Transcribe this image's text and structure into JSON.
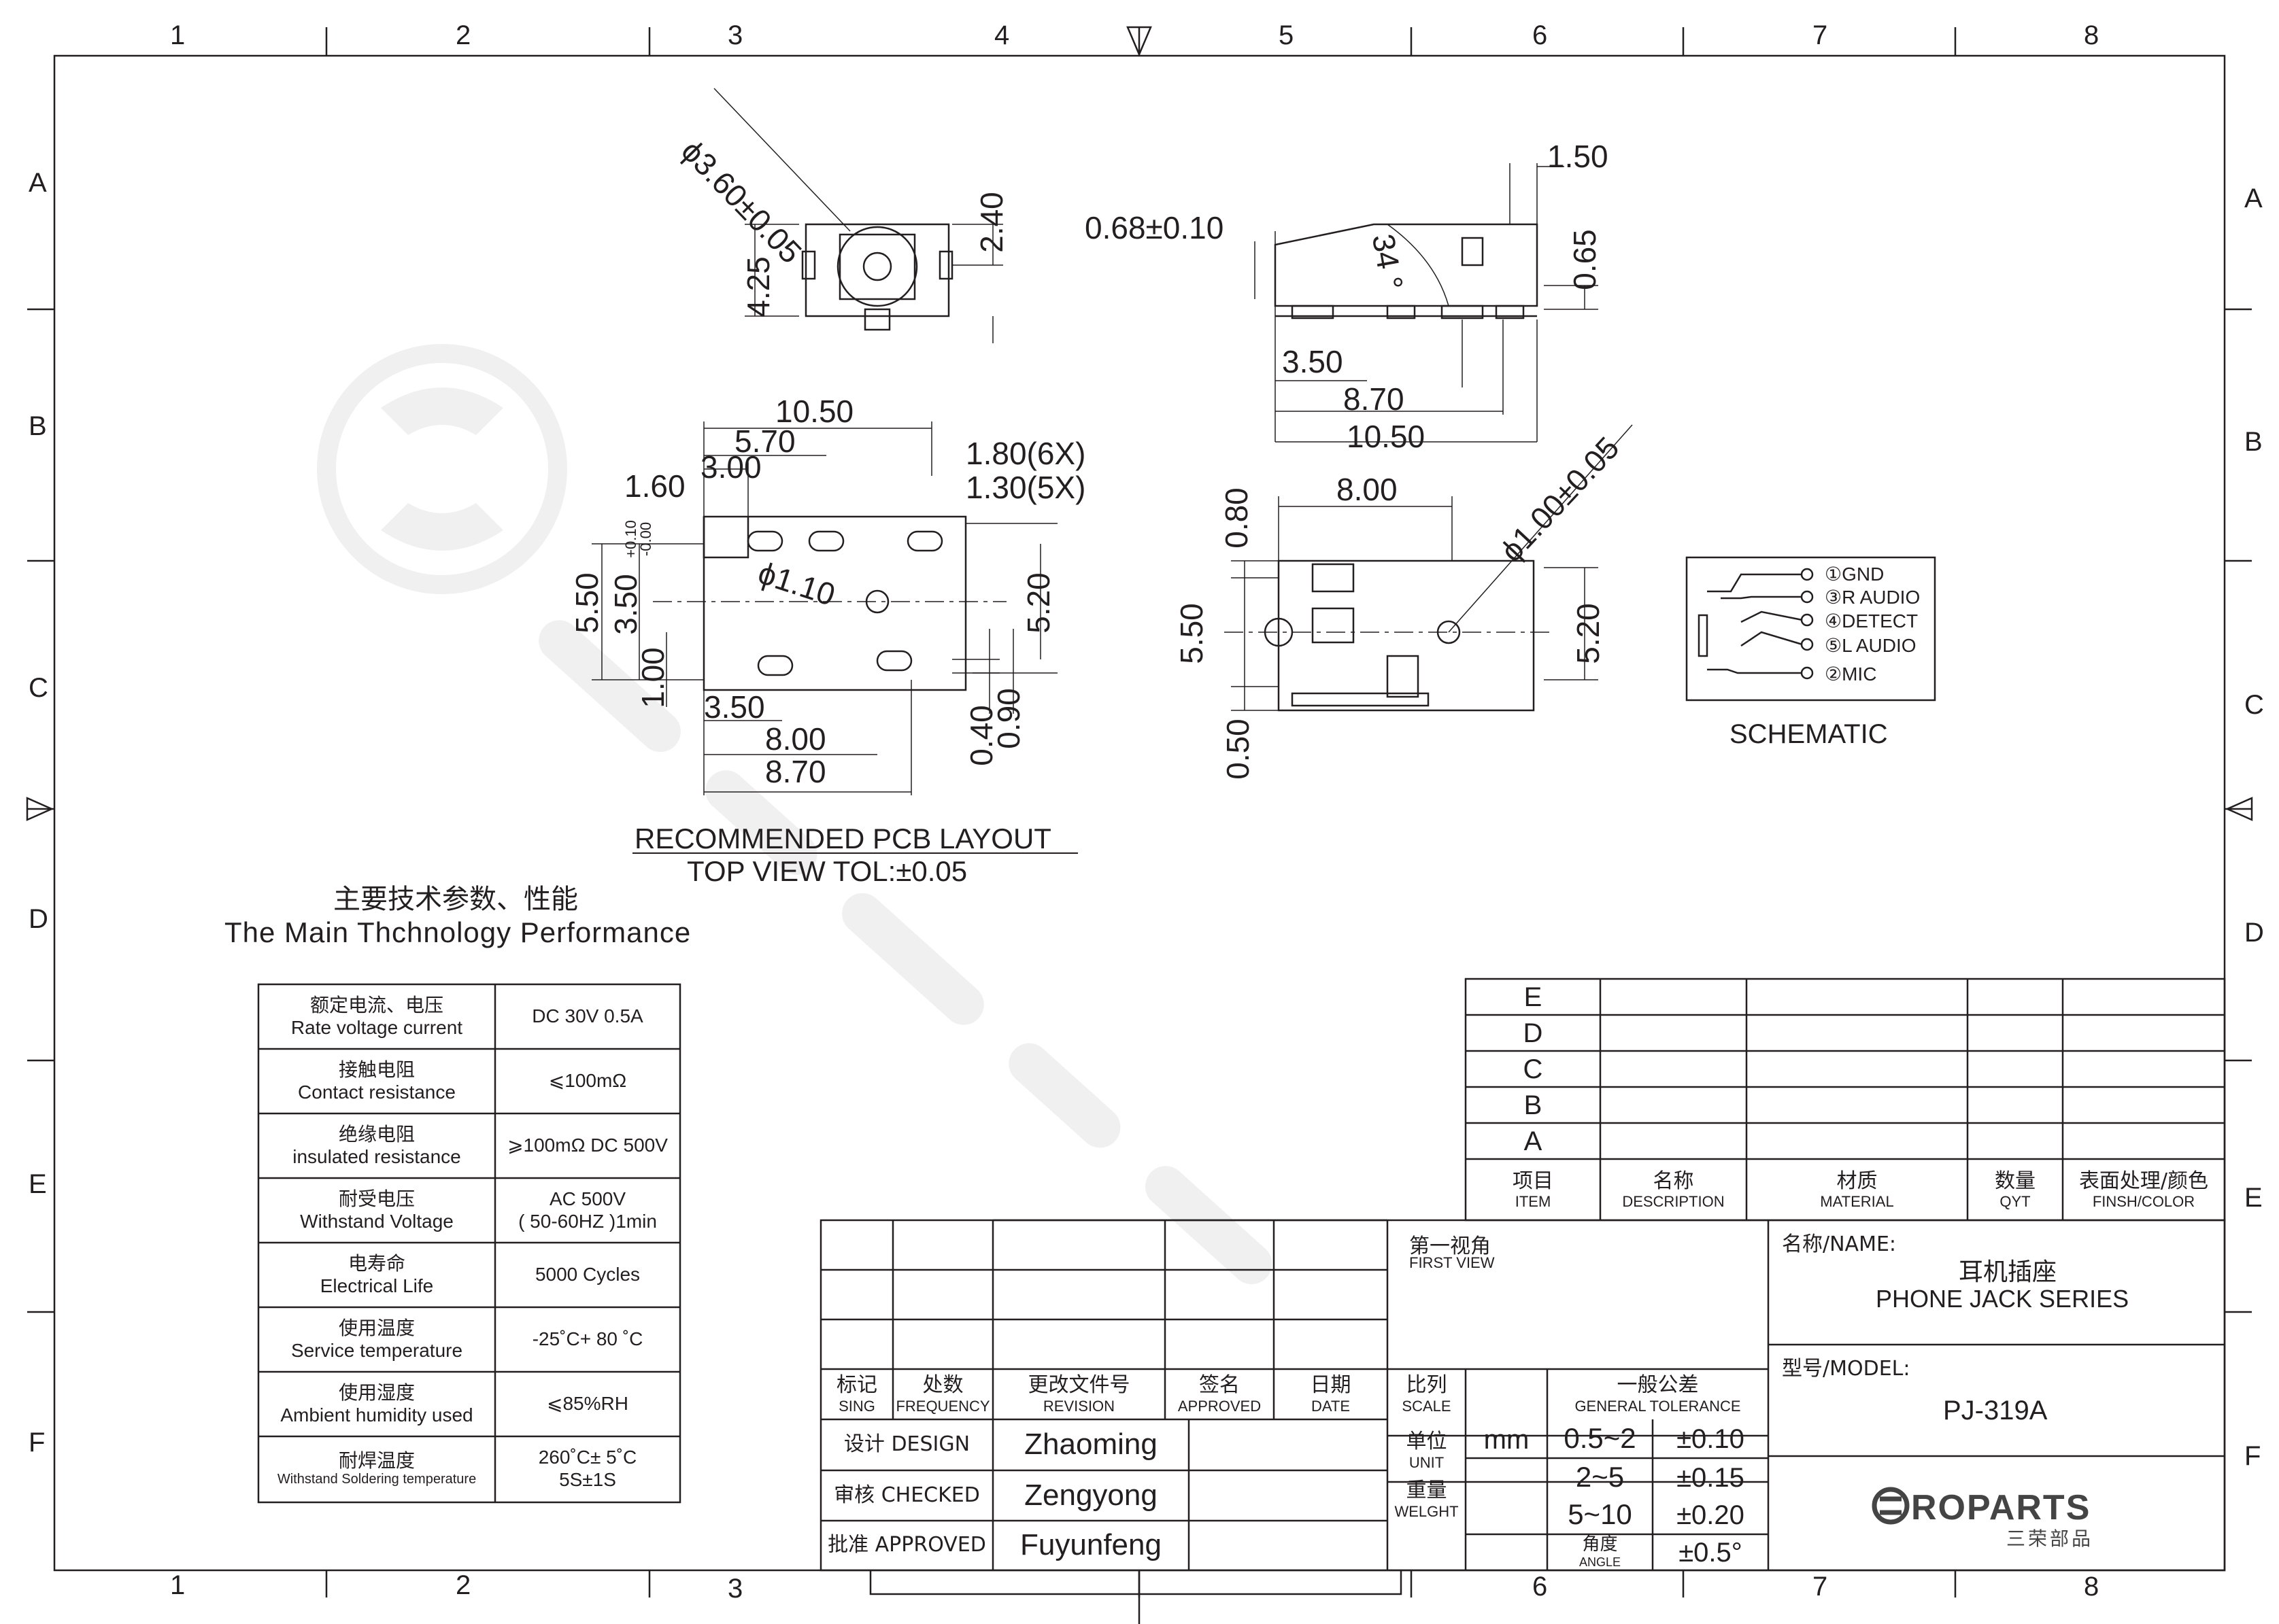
{
  "frame": {
    "columns": [
      "1",
      "2",
      "3",
      "4",
      "5",
      "6",
      "7",
      "8"
    ],
    "rows": [
      "A",
      "B",
      "C",
      "D",
      "E",
      "F"
    ]
  },
  "views": {
    "front": {
      "dims": [
        "ϕ3.60±0.05",
        "4.25",
        "2.40"
      ]
    },
    "side": {
      "dims": [
        "0.68±0.10",
        "1.50",
        "0.65",
        "3.50",
        "8.70",
        "10.50"
      ],
      "angle": "34 °"
    },
    "pcb": {
      "dims": [
        "10.50",
        "5.70",
        "3.00",
        "1.60",
        "1.80(6X)",
        "1.30(5X)",
        "ϕ1.10",
        "5.50",
        "5.20",
        "1.00",
        "3.50",
        "8.00",
        "8.70",
        "0.40",
        "0.90"
      ],
      "dim_tol": "3.50",
      "tol_plus": "+0.10",
      "tol_minus": "-0.00",
      "caption_1": "RECOMMENDED PCB LAYOUT",
      "caption_2": "TOP VIEW TOL:±0.05"
    },
    "top": {
      "dims": [
        "8.00",
        "0.80",
        "5.50",
        "0.50",
        "5.20",
        "ϕ1.00±0.05"
      ]
    }
  },
  "schematic": {
    "pins": [
      {
        "num": "①",
        "label": "GND"
      },
      {
        "num": "③",
        "label": "R AUDIO"
      },
      {
        "num": "④",
        "label": "DETECT"
      },
      {
        "num": "⑤",
        "label": "L AUDIO"
      },
      {
        "num": "②",
        "label": "MIC"
      }
    ],
    "caption": "SCHEMATIC"
  },
  "performance": {
    "title_zh": "主要技术参数、性能",
    "title_en": "The Main Thchnology Performance",
    "rows": [
      {
        "zh": "额定电流、电压",
        "en": "Rate voltage current",
        "value": "DC 30V   0.5A"
      },
      {
        "zh": "接触电阻",
        "en": "Contact resistance",
        "value": "⩽100mΩ"
      },
      {
        "zh": "绝缘电阻",
        "en": "insulated resistance",
        "value": "⩾100mΩ  DC 500V"
      },
      {
        "zh": "耐受电压",
        "en": "Withstand Voltage",
        "value": "AC 500V\n( 50-60HZ )1min"
      },
      {
        "zh": "电寿命",
        "en": "Electrical Life",
        "value": "5000 Cycles"
      },
      {
        "zh": "使用温度",
        "en": "Service temperature",
        "value": "-25˚C+ 80 ˚C"
      },
      {
        "zh": "使用湿度",
        "en": "Ambient humidity used",
        "value": "⩽85%RH"
      },
      {
        "zh": "耐焊温度",
        "en": "Withstand Soldering temperature",
        "value": "260˚C± 5˚C\n5S±1S"
      }
    ]
  },
  "revisions": {
    "letters": [
      "E",
      "D",
      "C",
      "B",
      "A"
    ],
    "headers": [
      {
        "zh": "项目",
        "en": "ITEM"
      },
      {
        "zh": "名称",
        "en": "DESCRIPTION"
      },
      {
        "zh": "材质",
        "en": "MATERIAL"
      },
      {
        "zh": "数量",
        "en": "QYT"
      },
      {
        "zh": "表面处理/颜色",
        "en": "FINSH/COLOR"
      }
    ]
  },
  "title_block": {
    "change_headers": [
      {
        "zh": "标记",
        "en": "SING"
      },
      {
        "zh": "处数",
        "en": "FREQUENCY"
      },
      {
        "zh": "更改文件号",
        "en": "REVISION"
      },
      {
        "zh": "签名",
        "en": "APPROVED"
      },
      {
        "zh": "日期",
        "en": "DATE"
      }
    ],
    "signoff": [
      {
        "label": "设计 DESIGN",
        "name": "Zhaoming"
      },
      {
        "label": "审核 CHECKED",
        "name": "Zengyong"
      },
      {
        "label": "批准 APPROVED",
        "name": "Fuyunfeng"
      }
    ],
    "first_view_zh": "第一视角",
    "first_view_en": "FIRST VIEW",
    "scale": {
      "zh": "比列",
      "en": "SCALE"
    },
    "unit": {
      "zh": "单位",
      "en": "UNIT",
      "value": "mm"
    },
    "weight": {
      "zh": "重量",
      "en": "WELGHT"
    },
    "tolerance_title_zh": "一般公差",
    "tolerance_title_en": "GENERAL TOLERANCE",
    "tolerances": [
      {
        "range": "0.5~2",
        "tol": "±0.10"
      },
      {
        "range": "2~5",
        "tol": "±0.15"
      },
      {
        "range": "5~10",
        "tol": "±0.20"
      }
    ],
    "angle": {
      "zh": "角度",
      "en": "ANGLE",
      "tol": "±0.5°"
    },
    "name_label": "名称/NAME:",
    "name_zh": "耳机插座",
    "name_en": "PHONE JACK SERIES",
    "model_label": "型号/MODEL:",
    "model": "PJ-319A",
    "logo_text": "ROPARTS",
    "logo_sub": "三荣部品"
  }
}
